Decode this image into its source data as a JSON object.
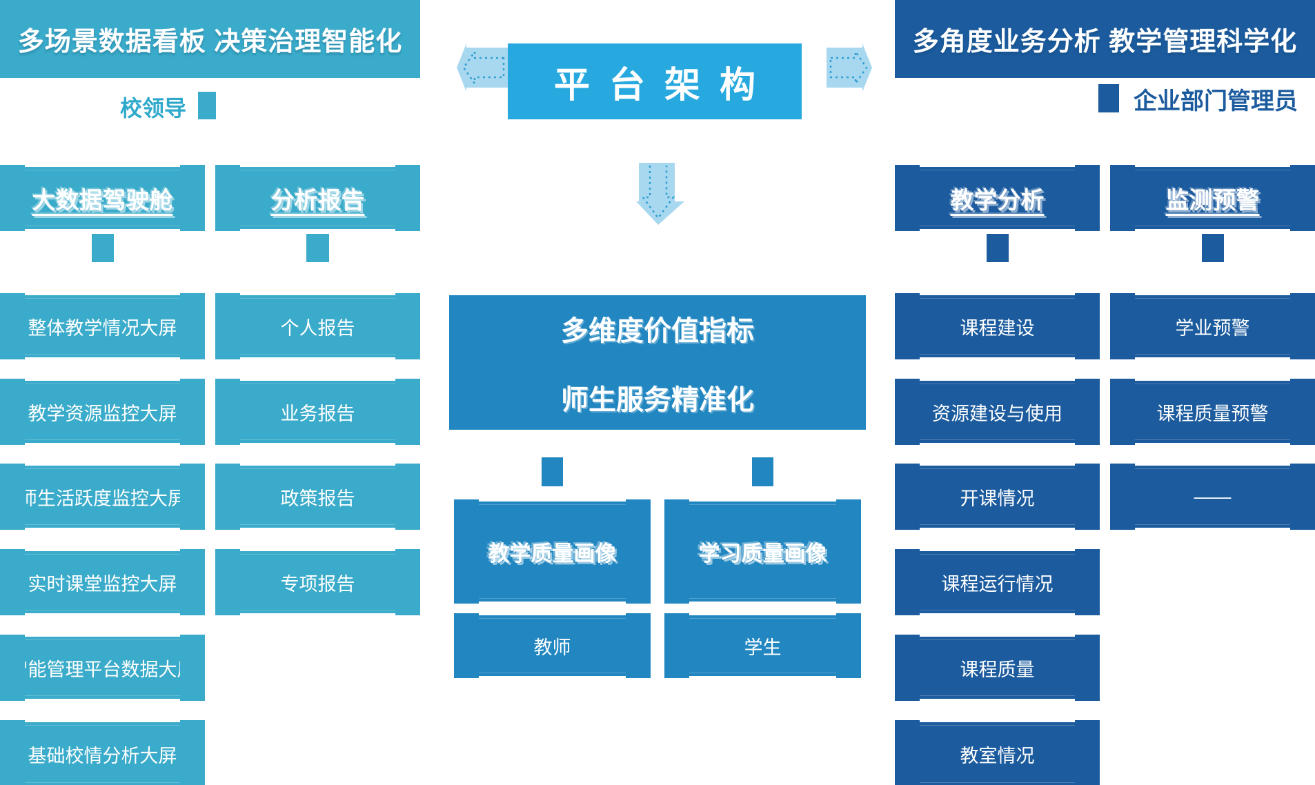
{
  "center": {
    "title": "平台架构",
    "value_line1": "多维度价值指标",
    "value_line2": "师生服务精准化",
    "portraits": [
      {
        "header": "教学质量画像",
        "item": "教师"
      },
      {
        "header": "学习质量画像",
        "item": "学生"
      }
    ]
  },
  "left": {
    "banner": "多场景数据看板 决策治理智能化",
    "role": "校领导",
    "columns": [
      {
        "header": "大数据驾驶舱",
        "items": [
          "整体教学情况大屏",
          "教学资源监控大屏",
          "师生活跃度监控大屏",
          "实时课堂监控大屏",
          "智能管理平台数据大屏",
          "基础校情分析大屏"
        ]
      },
      {
        "header": "分析报告",
        "items": [
          "个人报告",
          "业务报告",
          "政策报告",
          "专项报告"
        ]
      }
    ]
  },
  "right": {
    "banner": "多角度业务分析 教学管理科学化",
    "role": "企业部门管理员",
    "columns": [
      {
        "header": "教学分析",
        "items": [
          "课程建设",
          "资源建设与使用",
          "开课情况",
          "课程运行情况",
          "课程质量",
          "教室情况"
        ]
      },
      {
        "header": "监测预警",
        "items": [
          "学业预警",
          "课程质量预警",
          "——"
        ]
      }
    ]
  },
  "colors": {
    "teal": "#3aabca",
    "center_blue": "#2287c1",
    "dark_blue": "#1b5b9e",
    "bright_blue": "#27a9e0",
    "arrow_fill": "#a8d8f0",
    "arrow_dash": "#2f9fd0"
  }
}
